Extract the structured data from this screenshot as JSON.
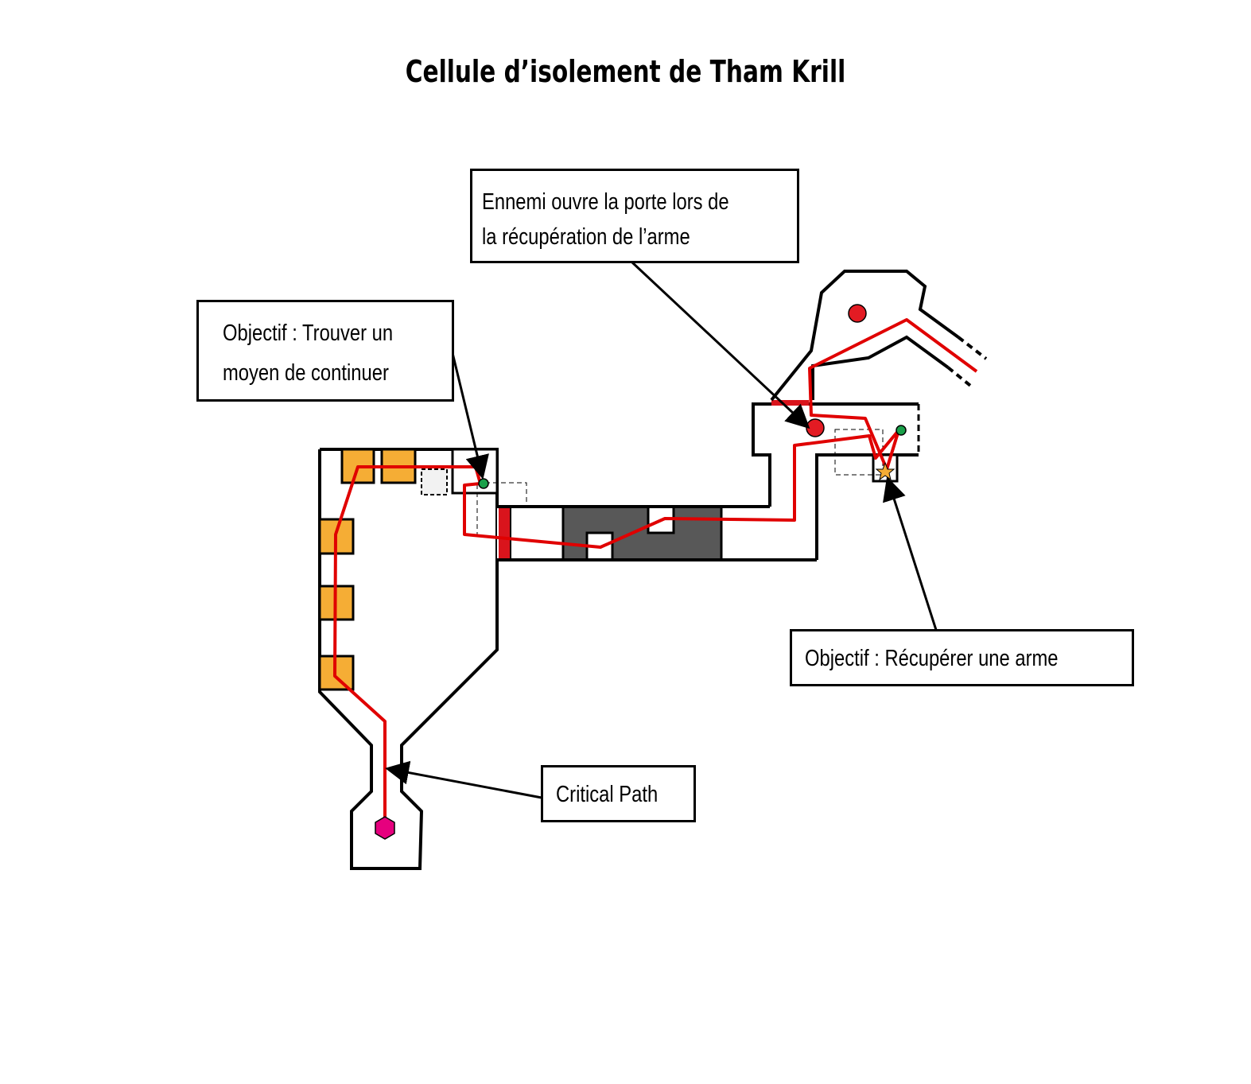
{
  "title": "Cellule d’isolement de Tham Krill",
  "callouts": {
    "enemy_door": {
      "line1": "Ennemi ouvre la porte lors de",
      "line2": "la récupération de l’arme"
    },
    "find_way": {
      "line1": "Objectif : Trouver un",
      "line2": "moyen de continuer"
    },
    "get_weapon": {
      "line1": "Objectif : Récupérer une arme"
    },
    "critical_path": {
      "line1": "Critical Path"
    }
  },
  "colors": {
    "path": "#e00000",
    "door": "#d9141c",
    "crate": "#f5ad35",
    "obstacle": "#585858",
    "objective_marker": "#1aa04a",
    "enemy": "#e31b23",
    "spawn": "#e6007e",
    "weapon": "#f5ad35"
  },
  "icons": {
    "spawn": "hexagon-icon",
    "enemy": "red-dot-icon",
    "objective": "green-dot-icon",
    "weapon": "star-icon"
  }
}
